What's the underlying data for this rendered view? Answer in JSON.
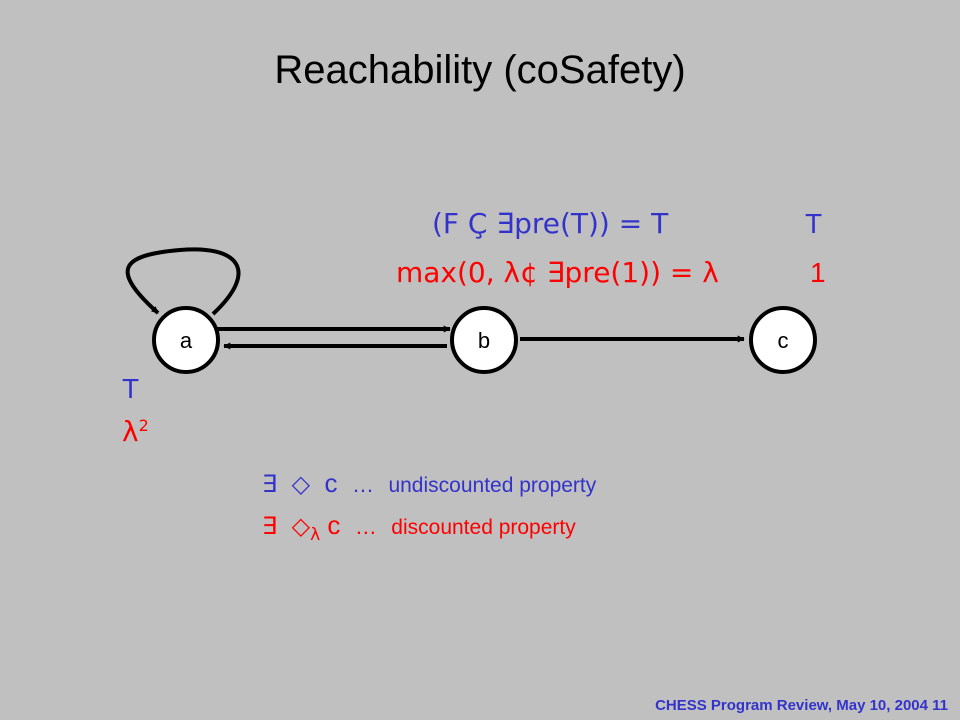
{
  "title": "Reachability (coSafety)",
  "graph": {
    "nodes": [
      {
        "id": "a",
        "label": "a"
      },
      {
        "id": "b",
        "label": "b"
      },
      {
        "id": "c",
        "label": "c"
      }
    ],
    "edges": [
      {
        "from": "a",
        "to": "a"
      },
      {
        "from": "a",
        "to": "b"
      },
      {
        "from": "b",
        "to": "a"
      },
      {
        "from": "b",
        "to": "c"
      }
    ]
  },
  "annotations": {
    "formula_top": "(F Ç ∃pre(T)) = T",
    "formula_bottom_text": "max(0, λ¢ ∃pre(1)) =",
    "formula_bottom_lambda": "λ",
    "c_top": "T",
    "c_bottom": "1",
    "a_top": "T",
    "a_bottom_base": "λ",
    "a_bottom_exp": "2"
  },
  "properties": [
    {
      "quantifier": "∃",
      "operator": "◇",
      "subscript": "",
      "target": "c",
      "dots": "…",
      "description": "undiscounted property",
      "color": "#3333cc"
    },
    {
      "quantifier": "∃",
      "operator": "◇",
      "subscript": "λ",
      "target": "c",
      "dots": "…",
      "description": "discounted property",
      "color": "#ff0000"
    }
  ],
  "footer": "CHESS Program Review, May 10, 2004  11",
  "colors": {
    "background": "#c0c0c0",
    "blue": "#3333cc",
    "red": "#ff0000",
    "node_fill": "#ffffff",
    "edge": "#000000"
  }
}
